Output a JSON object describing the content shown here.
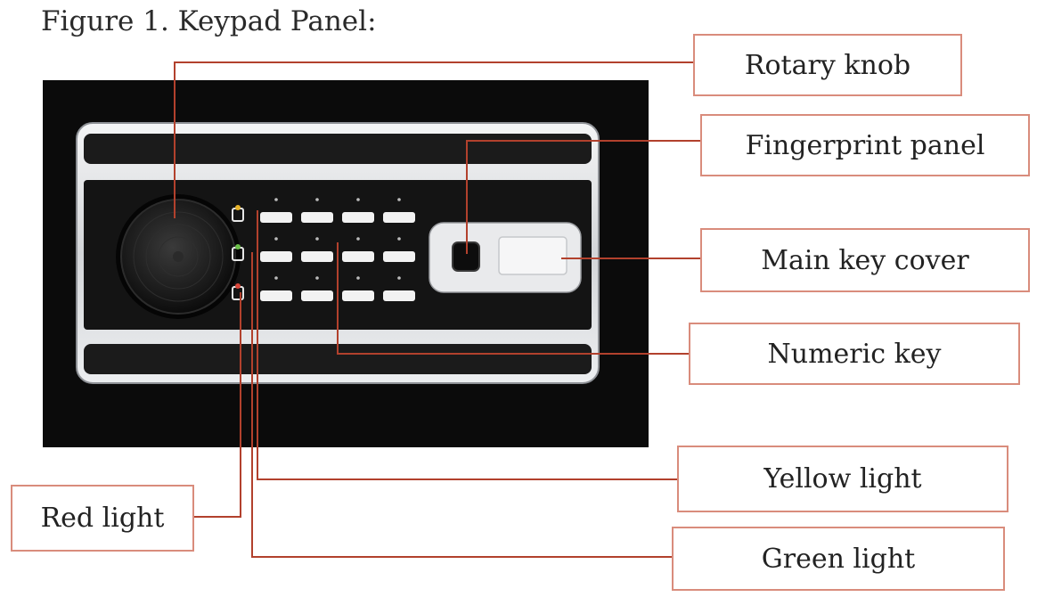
{
  "figure": {
    "title": "Figure  1. Keypad Panel:"
  },
  "callouts": {
    "rotary_knob": "Rotary knob",
    "fingerprint_panel": "Fingerprint panel",
    "main_key_cover": "Main key cover",
    "numeric_key": "Numeric key",
    "yellow_light": "Yellow light",
    "red_light": "Red light",
    "green_light": "Green light"
  },
  "colors": {
    "callout_border": "#d98c7c",
    "leader_line": "#b2412d",
    "background_black": "#0b0b0b",
    "panel_silver": "#d9dbde",
    "panel_dark": "#151515"
  }
}
